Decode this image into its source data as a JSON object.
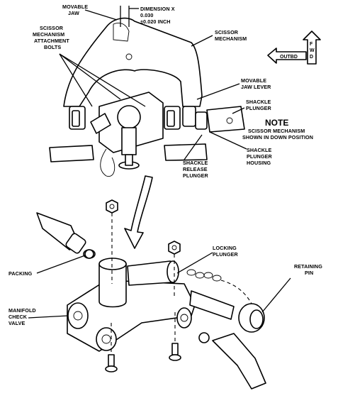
{
  "labels": {
    "movable_jaw": [
      "MOVABLE",
      "JAW"
    ],
    "dimension": [
      "DIMENSION X",
      "0.030",
      "±0.020 INCH"
    ],
    "scissor_mechanism": [
      "SCISSOR",
      "MECHANISM"
    ],
    "attachment_bolts": [
      "SCISSOR",
      "MECHANISM",
      "ATTACHMENT",
      "BOLTS"
    ],
    "movable_jaw_lever": [
      "MOVABLE",
      "JAW LEVER"
    ],
    "shackle_plunger": [
      "SHACKLE",
      "PLUNGER"
    ],
    "note_title": "NOTE",
    "note_text": [
      "SCISSOR MECHANISM",
      "SHOWN IN DOWN POSITION"
    ],
    "shackle_plunger_housing": [
      "SHACKLE",
      "PLUNGER",
      "HOUSING"
    ],
    "shackle_release_plunger": [
      "SHACKLE",
      "RELEASE",
      "PLUNGER"
    ],
    "locking_plunger": [
      "LOCKING",
      "PLUNGER"
    ],
    "packing": "PACKING",
    "retaining_pin": [
      "RETAINING",
      "PIN"
    ],
    "manifold_check_valve": [
      "MANIFOLD",
      "CHECK",
      "VALVE"
    ]
  },
  "orientation": {
    "fwd": "FWD",
    "outbd": "OUTBD"
  }
}
